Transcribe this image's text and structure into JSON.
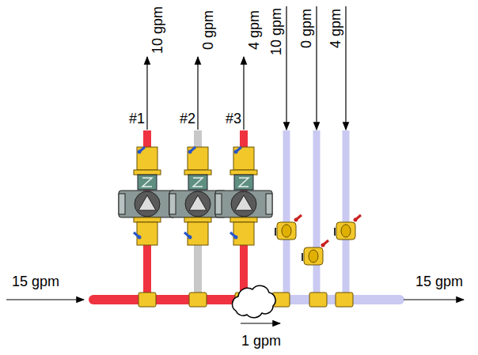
{
  "diagram": {
    "labels": [
      "10 gpm",
      "0 gpm",
      "4 gpm",
      "10 gpm",
      "0 gpm",
      "4 gpm",
      "#1",
      "#2",
      "#3",
      "15 gpm",
      "15 gpm",
      "1 gpm"
    ]
  }
}
